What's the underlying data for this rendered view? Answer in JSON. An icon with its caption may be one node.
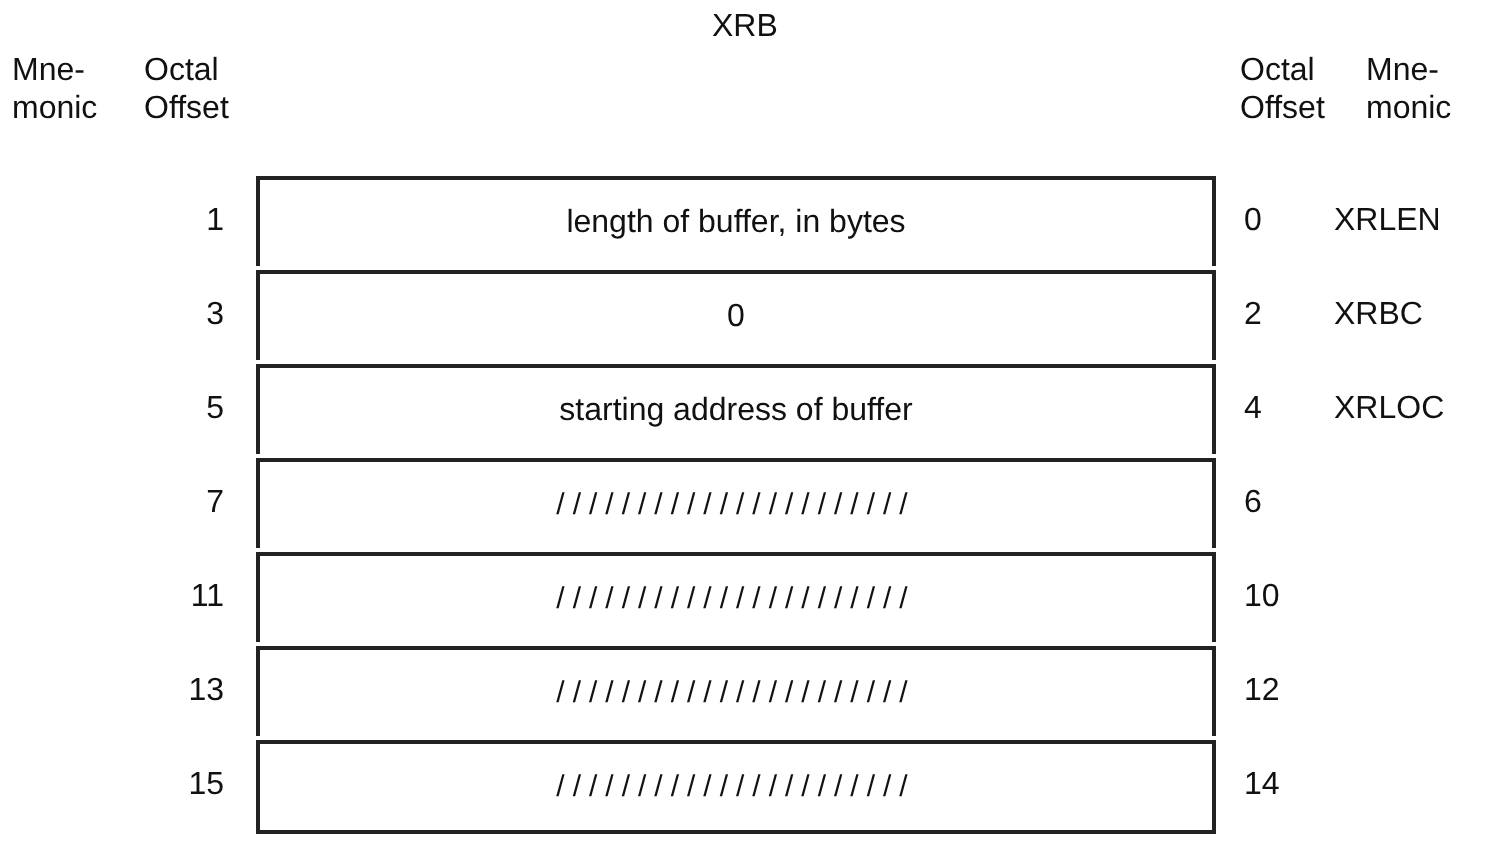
{
  "diagram": {
    "title": "XRB",
    "nodes": [
      {
        "text": [
          "length of buffer, in bytes"
        ]
      },
      {
        "text": [
          "0"
        ]
      },
      {
        "text": [
          "starting address of buffer"
        ]
      },
      {
        "text": [
          "//////////////////////"
        ]
      },
      {
        "text": [
          "//////////////////////"
        ]
      },
      {
        "text": [
          "//////////////////////"
        ]
      },
      {
        "text": [
          "//////////////////////"
        ]
      }
    ],
    "edges": [],
    "labels": [
      "Mne- monic",
      "Octal Offset",
      "Octal Offset",
      "Mne- monic",
      "1",
      "0",
      "XRLEN",
      "3",
      "2",
      "XRBC",
      "5",
      "4",
      "XRLOC",
      "7",
      "6",
      "11",
      "10",
      "13",
      "12",
      "15",
      "14"
    ]
  }
}
